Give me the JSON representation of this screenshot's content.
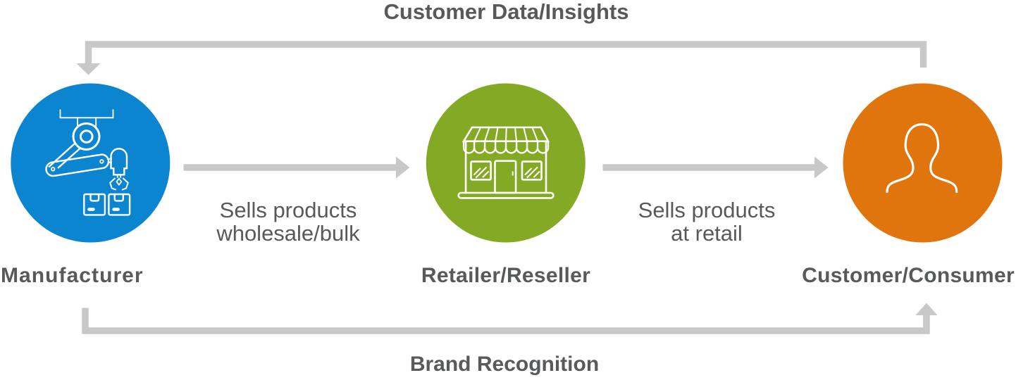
{
  "diagram": {
    "nodes": [
      {
        "label": "Manufacturer",
        "icon": "robot-arm-icon",
        "color": "#0b85d0"
      },
      {
        "label": "Retailer/Reseller",
        "icon": "storefront-icon",
        "color": "#84aa25"
      },
      {
        "label": "Customer/Consumer",
        "icon": "person-icon",
        "color": "#e0750e"
      }
    ],
    "forward_edges": [
      {
        "from": "Manufacturer",
        "to": "Retailer/Reseller",
        "label_line1": "Sells products",
        "label_line2": "wholesale/bulk"
      },
      {
        "from": "Retailer/Reseller",
        "to": "Customer/Consumer",
        "label_line1": "Sells products",
        "label_line2": "at retail"
      }
    ],
    "feedback_edges": [
      {
        "position": "top",
        "from": "Customer/Consumer",
        "to": "Manufacturer",
        "label": "Customer Data/Insights"
      },
      {
        "position": "bottom",
        "from": "Manufacturer",
        "to": "Customer/Consumer",
        "label": "Brand Recognition"
      }
    ],
    "colors": {
      "background": "#ffffff",
      "arrow": "#c8c8c8",
      "text": "#58595b",
      "icon_stroke": "#ffffff"
    }
  }
}
